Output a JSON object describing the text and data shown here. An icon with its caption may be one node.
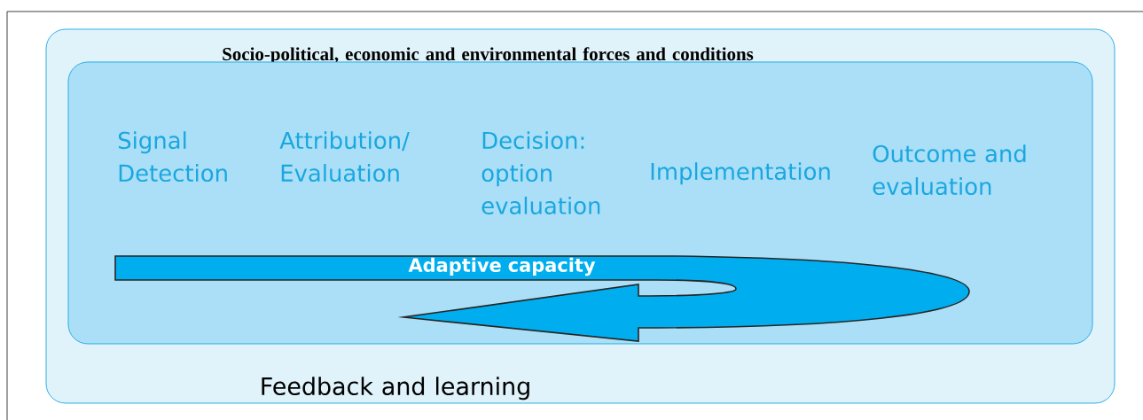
{
  "diagram": {
    "nodes": [
      {
        "text": [
          "Socio-political, economic and environmental forces and conditions",
          "Feedback and learning"
        ]
      },
      {
        "text": [
          "Signal Detection",
          "Attribution/ Evaluation",
          "Decision: option evaluation",
          "Implementation",
          "Outcome and evaluation"
        ],
        "in": 0
      },
      {
        "text": [
          "Adaptive capacity"
        ],
        "in": 1
      }
    ]
  }
}
